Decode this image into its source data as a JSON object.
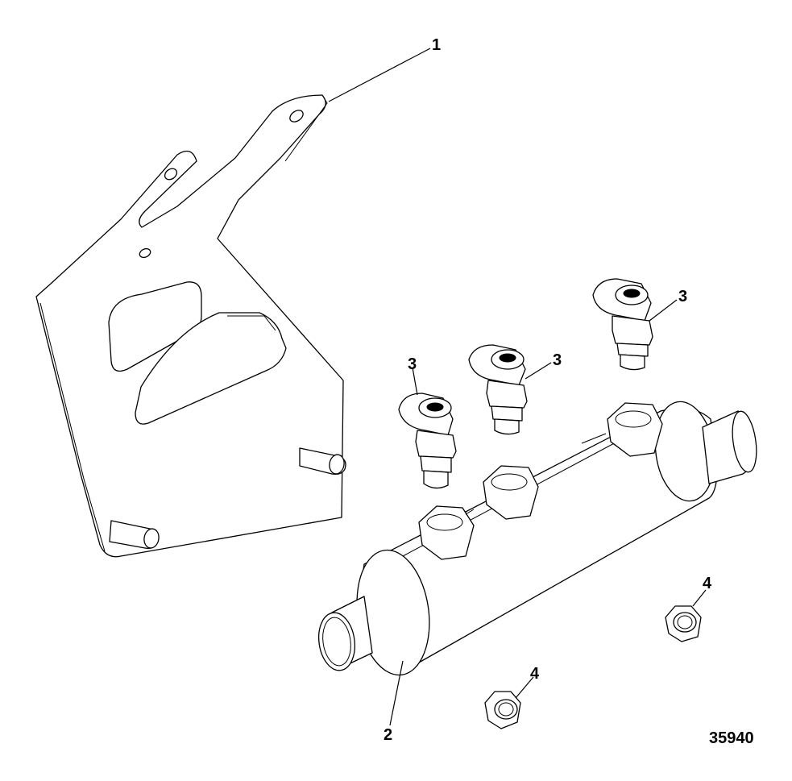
{
  "callouts": {
    "c1": "1",
    "c2": "2",
    "c3a": "3",
    "c3b": "3",
    "c3c": "3",
    "c4a": "4",
    "c4b": "4"
  },
  "figure_id": "35940"
}
